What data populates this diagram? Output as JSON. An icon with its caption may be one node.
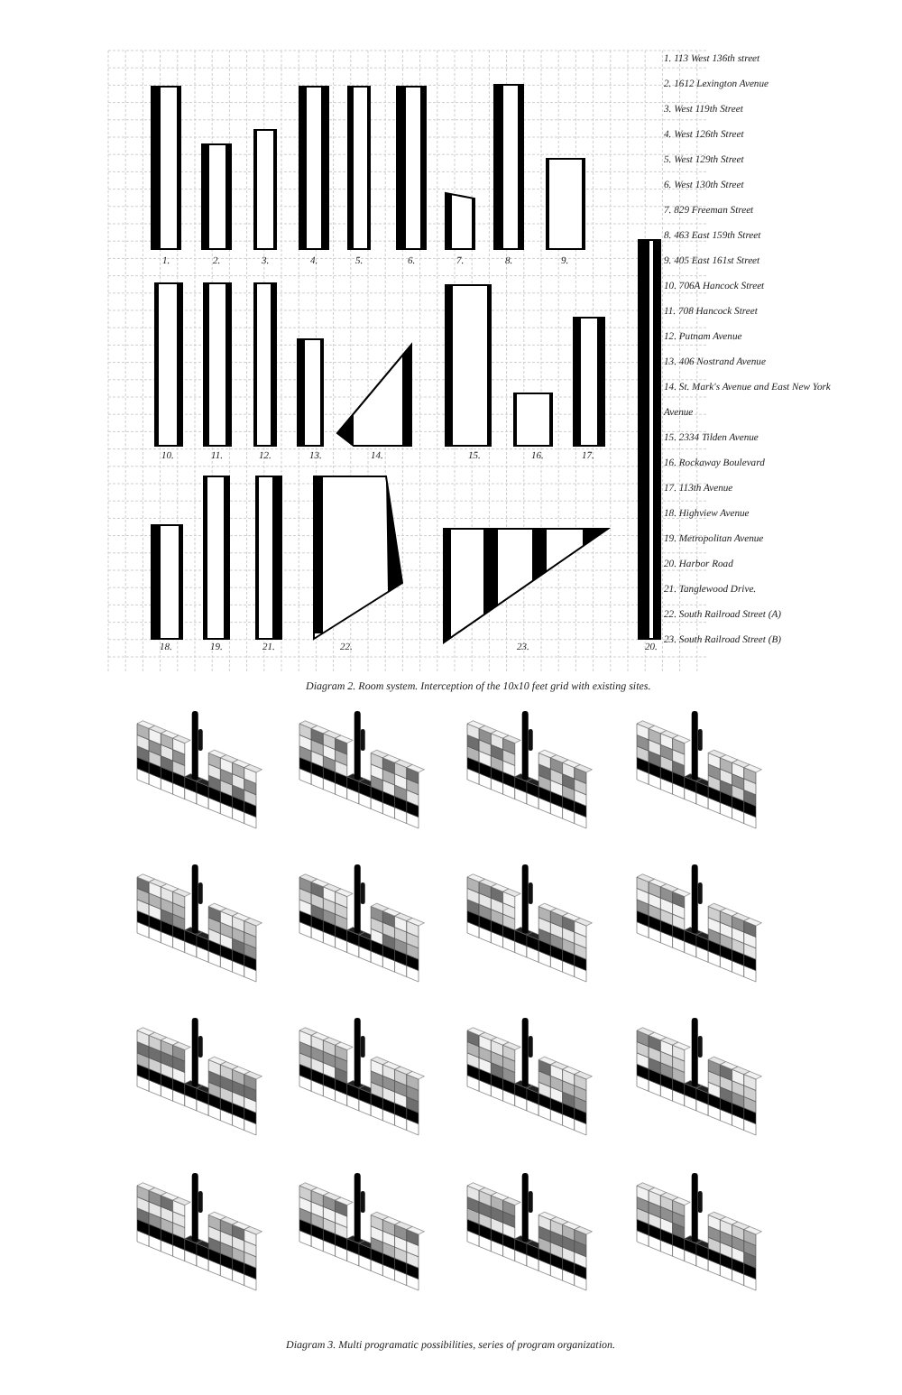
{
  "diagram": {
    "labels": [
      "1.",
      "2.",
      "3.",
      "4.",
      "5.",
      "6.",
      "7.",
      "8.",
      "9.",
      "10.",
      "11.",
      "12.",
      "13.",
      "14.",
      "15.",
      "16.",
      "17.",
      "18.",
      "19.",
      "21.",
      "22.",
      "23.",
      "20.",
      "1. 113 West 136th street",
      "2. 1612 Lexington Avenue",
      "3. West 119th Street",
      "4. West 126th Street",
      "5. West 129th Street",
      "6. West 130th Street",
      "7. 829 Freeman Street",
      "8. 463 East 159th Street",
      "9. 405 East 161st Street",
      "10. 706A Hancock Street",
      "11. 708 Hancock Street",
      "12. Putnam Avenue",
      "13. 406 Nostrand Avenue",
      "14. St. Mark's Avenue and East New York Avenue",
      "15. 2334 Tilden Avenue",
      "16. Rockaway Boulevard",
      "17. 113th Avenue",
      "18. Highview Avenue",
      "19. Metropolitan Avenue",
      "20. Harbor Road",
      "21. Tanglewood Drive.",
      "22. South Railroad Street (A)",
      "23. South Railroad Street (B)",
      "Diagram 2. Room system. Interception of the 10x10 feet grid with existing sites.",
      "Diagram 3. Multi programatic possibilities, series of program organization."
    ]
  }
}
